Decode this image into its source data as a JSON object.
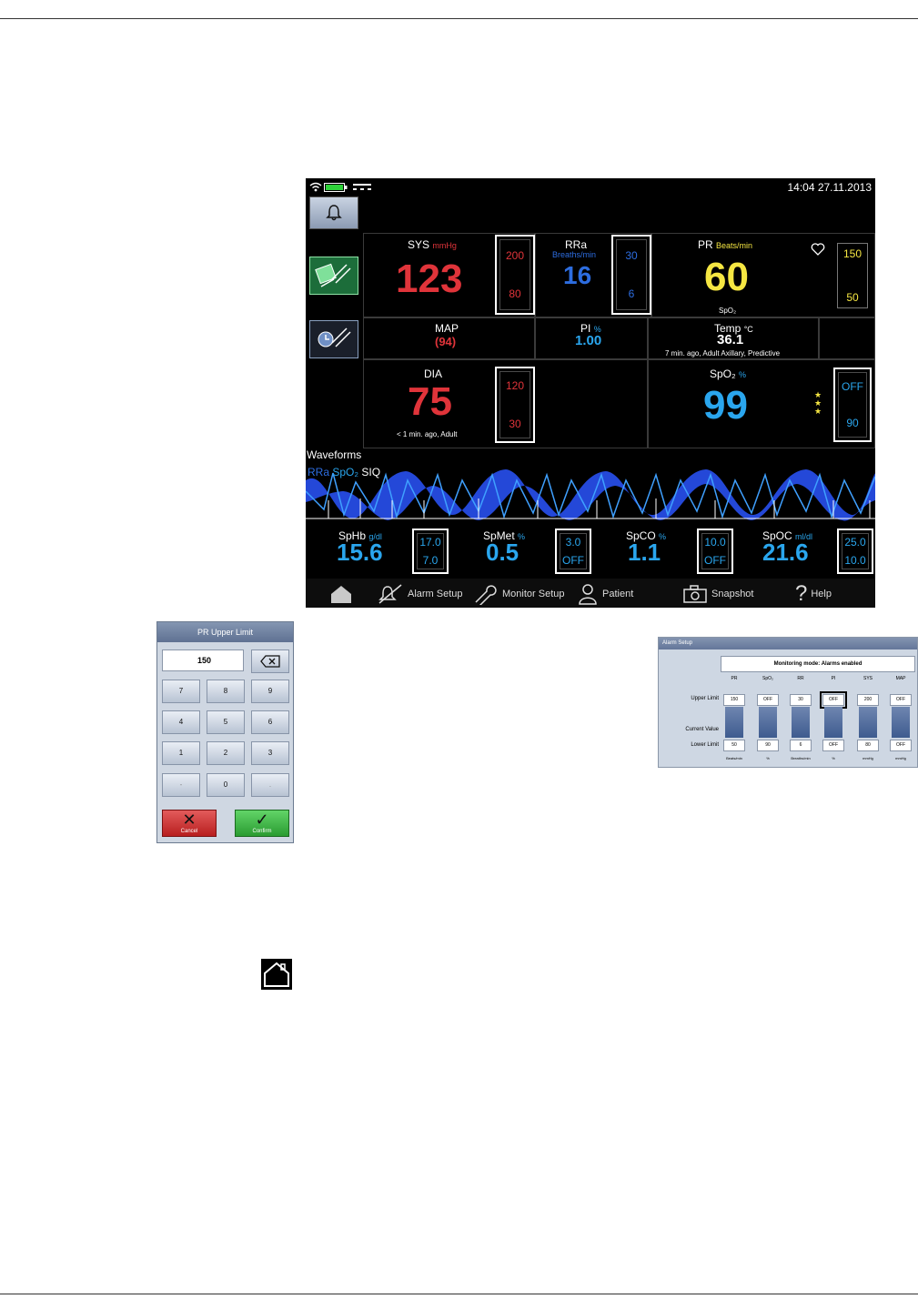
{
  "monitor": {
    "time": "14:04 27.11.2013",
    "sys": {
      "label": "SYS",
      "unit": "mmHg",
      "value": "123",
      "hi": "200",
      "lo": "80"
    },
    "rra": {
      "label": "RRa",
      "unit": "Breaths/min",
      "value": "16",
      "hi": "30",
      "lo": "6"
    },
    "pr": {
      "label": "PR",
      "unit": "Beats/min",
      "value": "60",
      "hi": "150",
      "lo": "50",
      "source": "SpO₂"
    },
    "map": {
      "label": "MAP",
      "value": "(94)"
    },
    "pi": {
      "label": "PI",
      "unit": "%",
      "value": "1.00"
    },
    "temp": {
      "label": "Temp",
      "unit": "°C",
      "value": "36.1",
      "note": "7 min. ago, Adult Axillary, Predictive"
    },
    "dia": {
      "label": "DIA",
      "value": "75",
      "hi": "120",
      "lo": "30",
      "note": "< 1 min. ago, Adult"
    },
    "spo2": {
      "label": "SpO₂",
      "unit": "%",
      "value": "99",
      "hi": "OFF",
      "lo": "90"
    },
    "waveforms": {
      "title": "Waveforms",
      "rra": "RRa",
      "spo2": "SpO₂",
      "siq": "SIQ"
    },
    "sphb": {
      "label": "SpHb",
      "unit": "g/dl",
      "value": "15.6",
      "hi": "17.0",
      "lo": "7.0"
    },
    "spmet": {
      "label": "SpMet",
      "unit": "%",
      "value": "0.5",
      "hi": "3.0",
      "lo": "OFF"
    },
    "spco": {
      "label": "SpCO",
      "unit": "%",
      "value": "1.1",
      "hi": "10.0",
      "lo": "OFF"
    },
    "spoc": {
      "label": "SpOC",
      "unit": "ml/dl",
      "value": "21.6",
      "hi": "25.0",
      "lo": "10.0"
    },
    "nav": {
      "alarm_setup": "Alarm Setup",
      "monitor_setup": "Monitor Setup",
      "patient": "Patient",
      "snapshot": "Snapshot",
      "help": "Help"
    }
  },
  "keypad": {
    "title": "PR Upper Limit",
    "value": "150",
    "keys": [
      "7",
      "8",
      "9",
      "4",
      "5",
      "6",
      "1",
      "2",
      "3",
      "-",
      "0",
      "."
    ],
    "cancel": "Cancel",
    "confirm": "Confirm"
  },
  "alarm_setup": {
    "title": "Alarm Setup",
    "mode": "Monitoring mode: Alarms enabled",
    "row_upper": "Upper Limit",
    "row_current": "Current Value",
    "row_lower": "Lower Limit",
    "columns": [
      {
        "name": "PR",
        "upper": "150",
        "lower": "50",
        "unit": "Beats/min"
      },
      {
        "name": "SpO₂",
        "upper": "OFF",
        "lower": "90",
        "unit": "%"
      },
      {
        "name": "RR",
        "upper": "30",
        "lower": "6",
        "unit": "Breaths/min"
      },
      {
        "name": "PI",
        "upper": "OFF",
        "lower": "OFF",
        "unit": "%"
      },
      {
        "name": "SYS",
        "upper": "200",
        "lower": "80",
        "unit": "mmHg"
      },
      {
        "name": "MAP",
        "upper": "OFF",
        "lower": "OFF",
        "unit": "mmHg"
      }
    ]
  },
  "colors": {
    "red": "#e0343a",
    "blue": "#2d6de0",
    "yellow": "#f5e642",
    "cyan": "#2aa6ee"
  }
}
